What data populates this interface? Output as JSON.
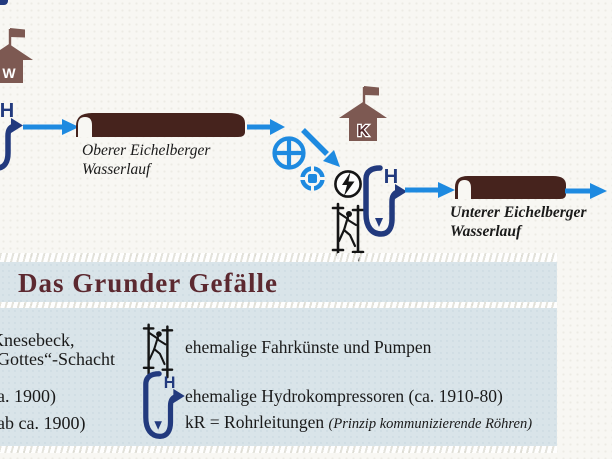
{
  "colors": {
    "arrow_blue": "#1e8ae0",
    "navy": "#223a7e",
    "house_brown": "#7d5952",
    "tunnel_brown": "#46231d",
    "title_maroon": "#5c2930",
    "panel_blue": "#d9e4e9"
  },
  "scene": {
    "house_w": "W",
    "house_k": "K",
    "hydro_label": "H",
    "oberer_line1": "Oberer Eichelberger",
    "oberer_line2": "Wasserlauf",
    "unterer_line1": "Unterer Eichelberger",
    "unterer_line2": "Wasserlauf"
  },
  "panel": {
    "title": "Das Grunder Gefälle"
  },
  "legend": {
    "left_fragments": [
      "Knesebeck,",
      "Gottes“-Schacht",
      "a. 1900)",
      "ab ca. 1900)"
    ],
    "fahrkunst_text": "ehemalige Fahrkünste und Pumpen",
    "hydro_text": "ehemalige Hydrokompressoren (ca. 1910-80)",
    "kr_text": "kR = Rohrleitungen ",
    "kr_italic": "(Prinzip kommunizierende Röhren)"
  }
}
